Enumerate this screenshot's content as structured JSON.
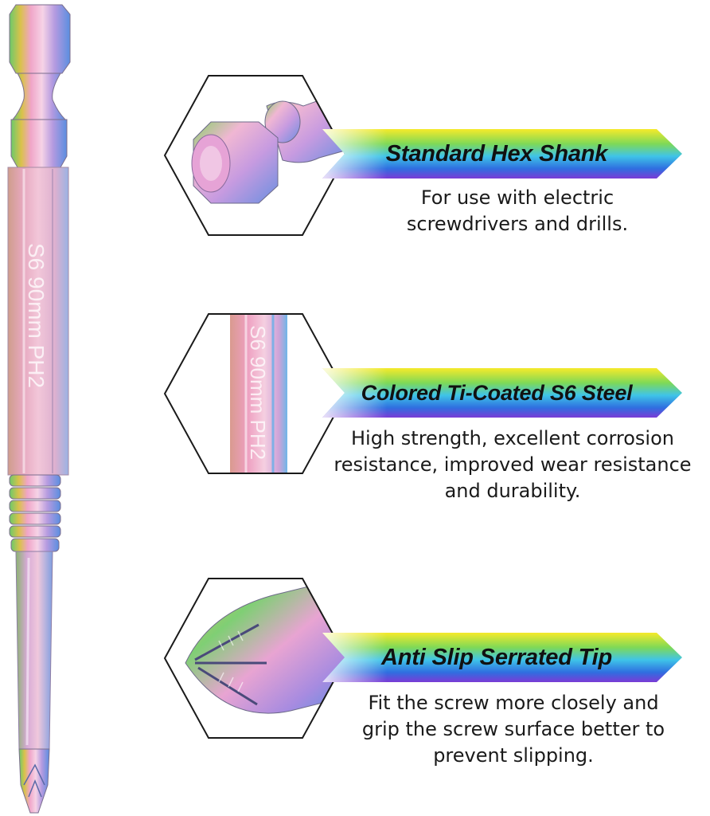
{
  "features": [
    {
      "title": "Standard Hex Shank",
      "description": [
        "For use with electric",
        "screwdrivers and drills."
      ]
    },
    {
      "title": "Colored Ti-Coated S6 Steel",
      "description": [
        "High strength, excellent corrosion",
        "resistance, improved wear resistance",
        "and durability."
      ]
    },
    {
      "title": "Anti Slip Serrated Tip",
      "description": [
        "Fit the screw more closely and",
        "grip the screw surface better to",
        "prevent slipping."
      ]
    }
  ],
  "engraving": {
    "body_text": "S6 90mm PH2"
  },
  "colors": {
    "banner_gradient": [
      "#f6ea2a",
      "#7ed957",
      "#3fc4e8",
      "#2f6fe0",
      "#7a3bd6"
    ],
    "hex_outline": "#1a1a1a",
    "text": "#111111"
  }
}
